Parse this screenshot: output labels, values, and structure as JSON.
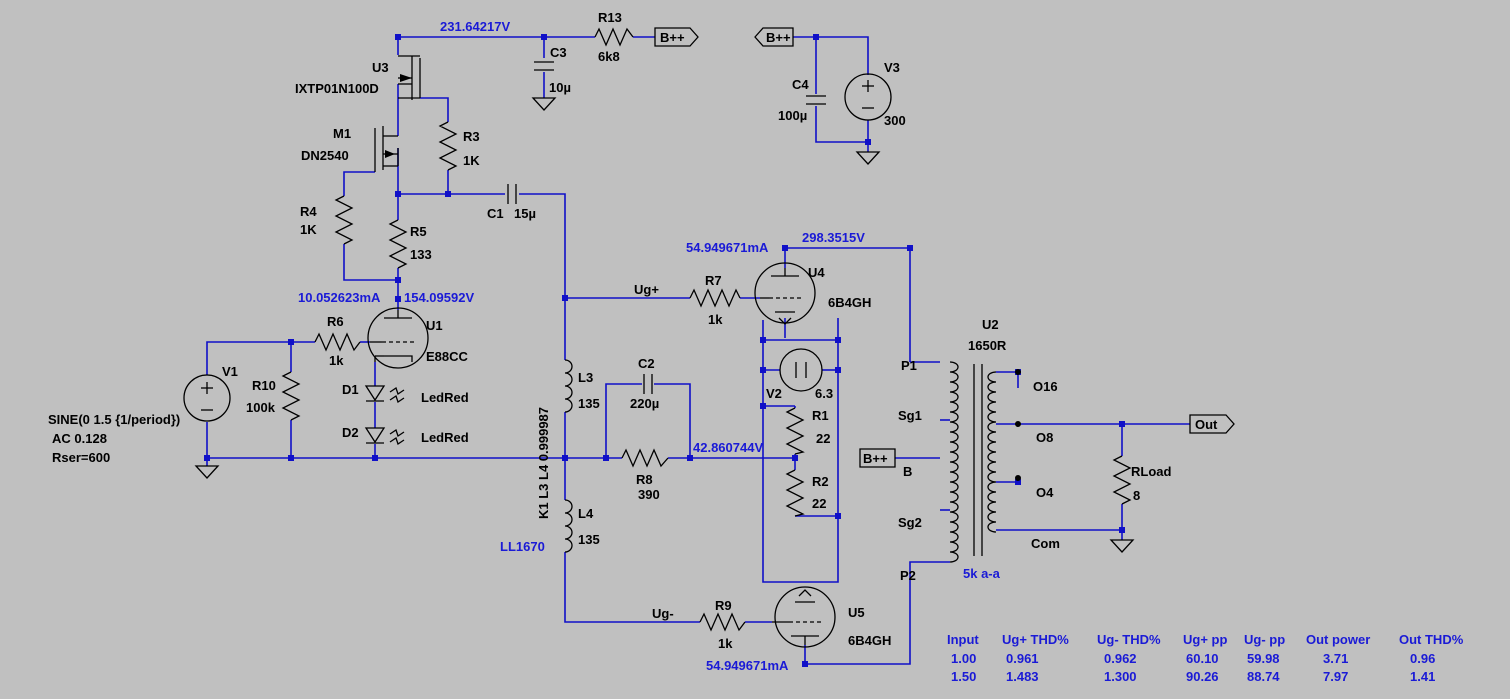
{
  "colors": {
    "background": "#c0c0c0",
    "wire": "#1010c8",
    "component": "#000000",
    "annotation": "#1a1ad6"
  },
  "nets": {
    "b_plus": "B++",
    "out": "Out",
    "ug_plus": "Ug+",
    "ug_minus": "Ug-"
  },
  "operating_points": {
    "u3_node": "231.64217V",
    "u1_current": "10.052623mA",
    "u1_anode": "154.09592V",
    "u4_current": "54.949671mA",
    "u4_anode": "298.3515V",
    "cathode_node": "42.860744V",
    "u5_current": "54.949671mA"
  },
  "components": {
    "r13": {
      "name": "R13",
      "value": "6k8"
    },
    "c3": {
      "name": "C3",
      "value": "10µ"
    },
    "u3": {
      "name": "U3",
      "value": "IXTP01N100D"
    },
    "m1": {
      "name": "M1",
      "value": "DN2540"
    },
    "r3": {
      "name": "R3",
      "value": "1K"
    },
    "r4": {
      "name": "R4",
      "value": "1K"
    },
    "r5": {
      "name": "R5",
      "value": "133"
    },
    "c1": {
      "name": "C1",
      "value": "15µ"
    },
    "c4": {
      "name": "C4",
      "value": "100µ"
    },
    "v3": {
      "name": "V3",
      "value": "300"
    },
    "u1": {
      "name": "U1",
      "value": "E88CC"
    },
    "r6": {
      "name": "R6",
      "value": "1k"
    },
    "v1": {
      "name": "V1",
      "value": ""
    },
    "v1_spec": [
      "SINE(0 1.5 {1/period})",
      "AC 0.128",
      "Rser=600"
    ],
    "r10": {
      "name": "R10",
      "value": "100k"
    },
    "d1": {
      "name": "D1",
      "value": "LedRed"
    },
    "d2": {
      "name": "D2",
      "value": "LedRed"
    },
    "l3": {
      "name": "L3",
      "value": "135"
    },
    "l4": {
      "name": "L4",
      "value": "135"
    },
    "coupling": "K1 L3 L4 0.999987",
    "ll1670": "LL1670",
    "c2": {
      "name": "C2",
      "value": "220µ"
    },
    "r8": {
      "name": "R8",
      "value": "390"
    },
    "r7": {
      "name": "R7",
      "value": "1k"
    },
    "u4": {
      "name": "U4",
      "value": "6B4GH"
    },
    "v2": {
      "name": "V2",
      "value": "6.3"
    },
    "r1": {
      "name": "R1",
      "value": "22"
    },
    "r2": {
      "name": "R2",
      "value": "22"
    },
    "r9": {
      "name": "R9",
      "value": "1k"
    },
    "u5": {
      "name": "U5",
      "value": "6B4GH"
    },
    "u2": {
      "name": "U2",
      "value": "1650R",
      "ratio": "5k a-a"
    },
    "rload": {
      "name": "RLoad",
      "value": "8"
    }
  },
  "transformer_pins": {
    "p1": "P1",
    "sg1": "Sg1",
    "b": "B",
    "sg2": "Sg2",
    "p2": "P2",
    "o16": "O16",
    "o8": "O8",
    "o4": "O4",
    "com": "Com"
  },
  "results": {
    "headers": [
      "Input",
      "Ug+ THD%",
      "Ug- THD%",
      "Ug+ pp",
      "Ug- pp",
      "Out power",
      "Out THD%"
    ],
    "rows": [
      [
        "1.00",
        "0.961",
        "0.962",
        "60.10",
        "59.98",
        "3.71",
        "0.96"
      ],
      [
        "1.50",
        "1.483",
        "1.300",
        "90.26",
        "88.74",
        "7.97",
        "1.41"
      ]
    ]
  }
}
